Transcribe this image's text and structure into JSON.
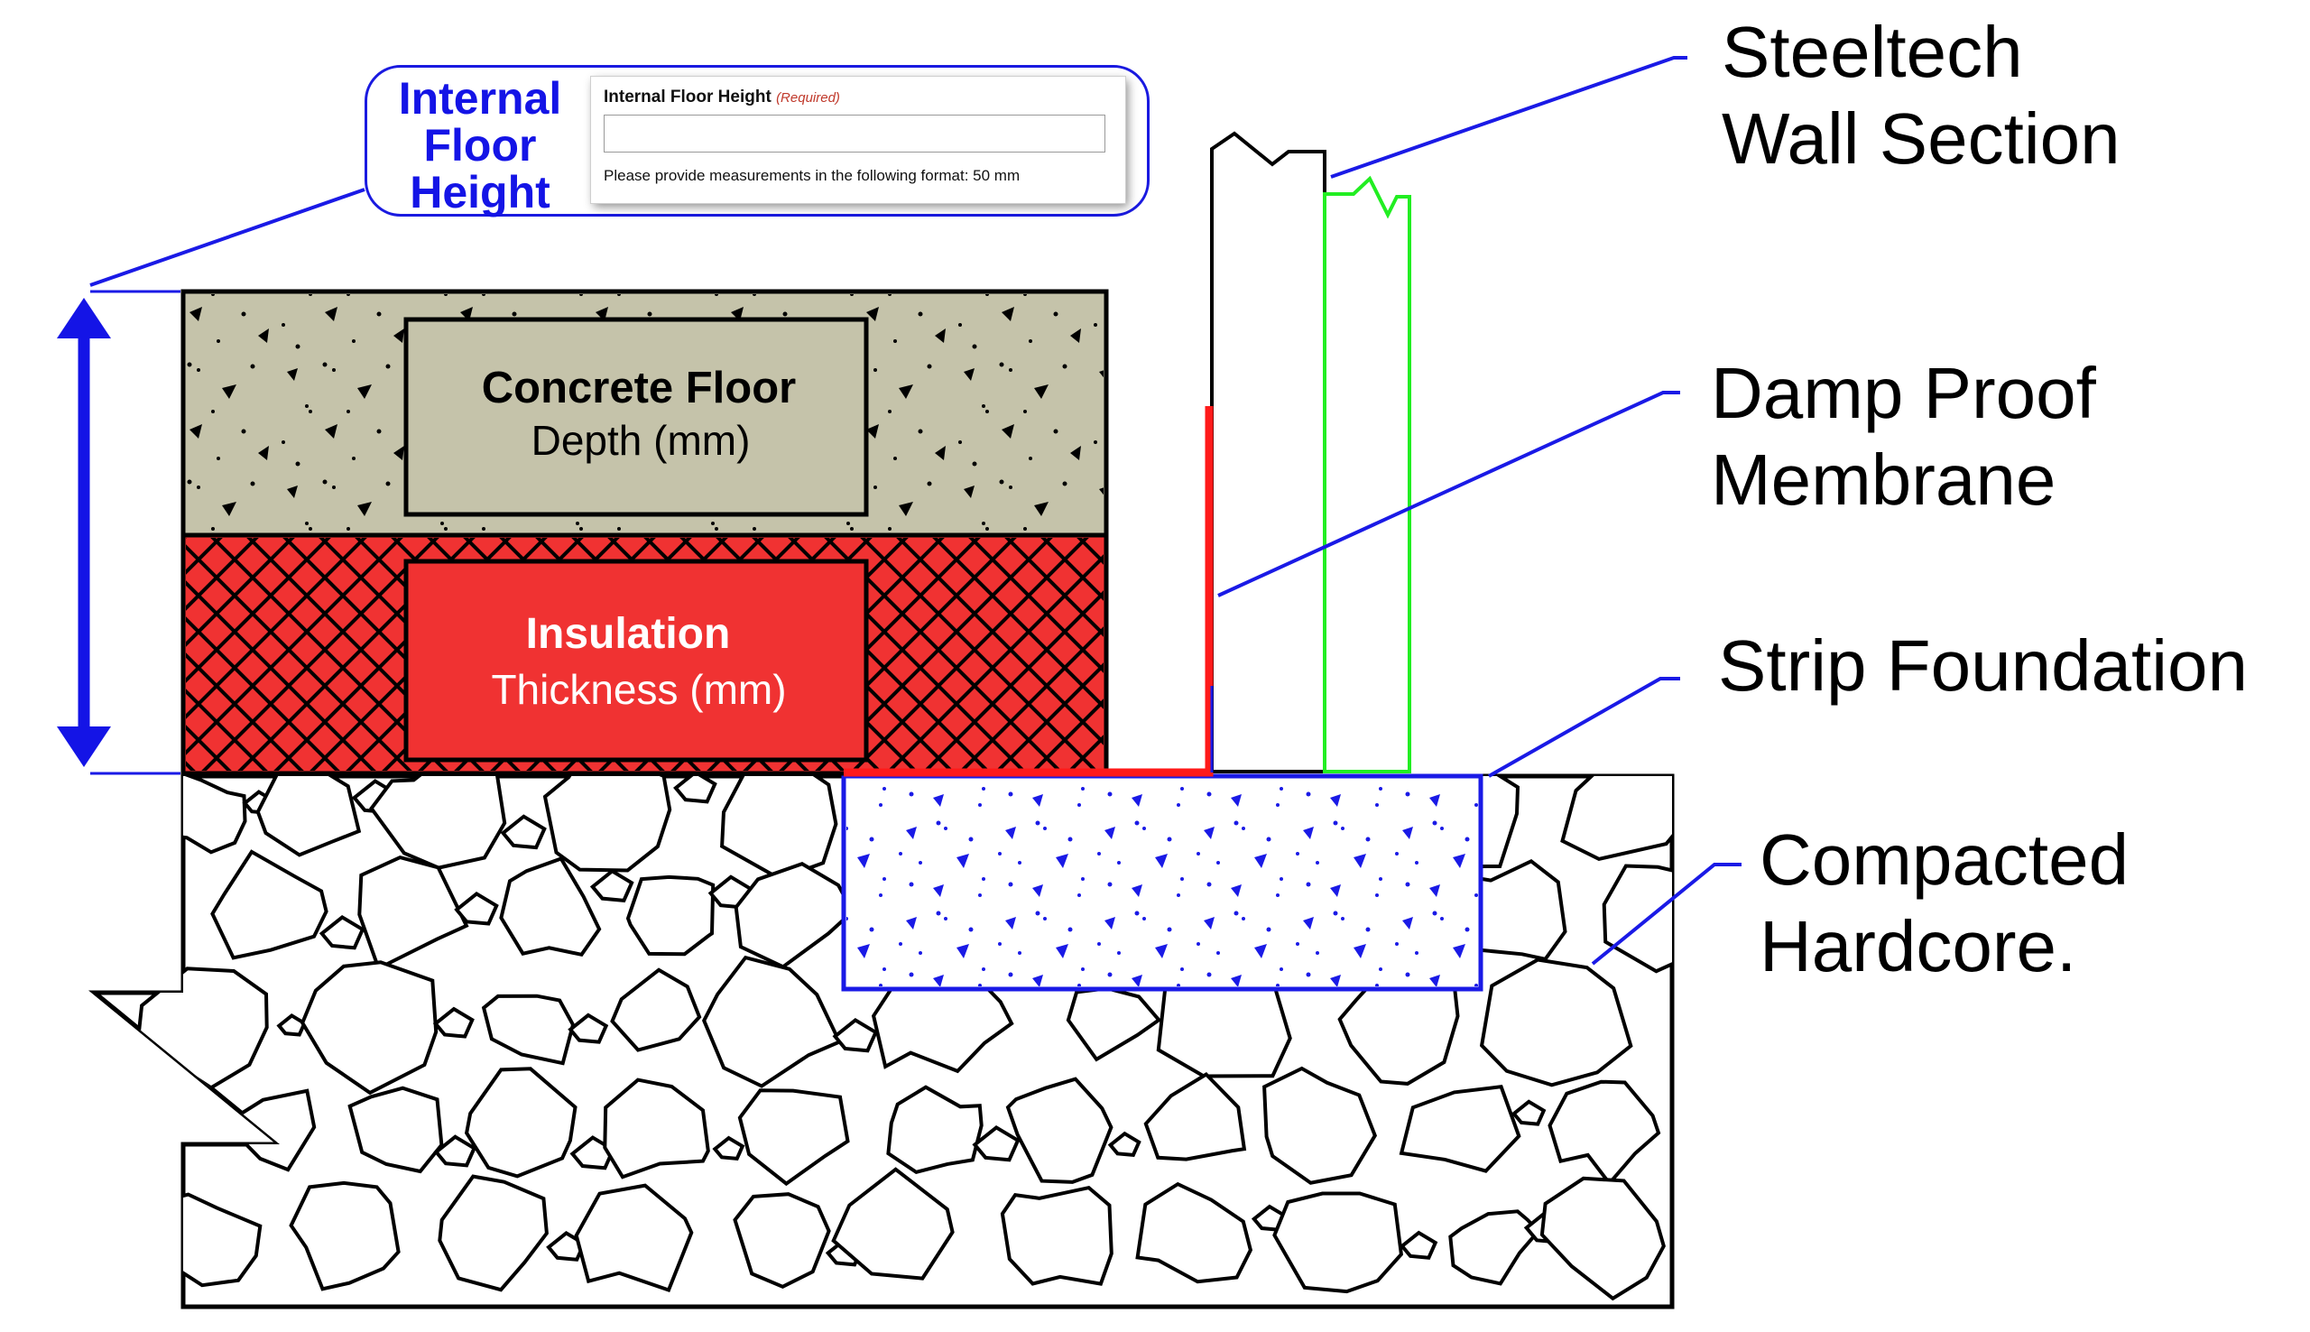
{
  "callout": {
    "title_lines": [
      "Internal",
      "Floor",
      "Height"
    ],
    "form": {
      "field_label": "Internal Floor Height",
      "required_tag": "(Required)",
      "input_value": "",
      "hint": "Please provide measurements in the following format: 50 mm"
    }
  },
  "labels": {
    "steeltech": [
      "Steeltech",
      "Wall Section"
    ],
    "dpm": [
      "Damp Proof",
      "Membrane"
    ],
    "strip": [
      "Strip Foundation"
    ],
    "hardcore": [
      "Compacted",
      "Hardcore."
    ]
  },
  "layers": {
    "concrete": {
      "title": "Concrete Floor",
      "subtitle": "Depth (mm)"
    },
    "insulation": {
      "title": "Insulation",
      "subtitle": "Thickness (mm)"
    }
  },
  "colors": {
    "callout_blue": "#1414e6",
    "concrete_fill": "#c5c3aa",
    "insulation_red": "#f03232",
    "dpm_red": "#ff1a1a",
    "foundation_blue": "#1a1ae6",
    "wall_green": "#22ee22"
  },
  "icons": {
    "height_indicator": "double-arrow-vertical-icon"
  }
}
